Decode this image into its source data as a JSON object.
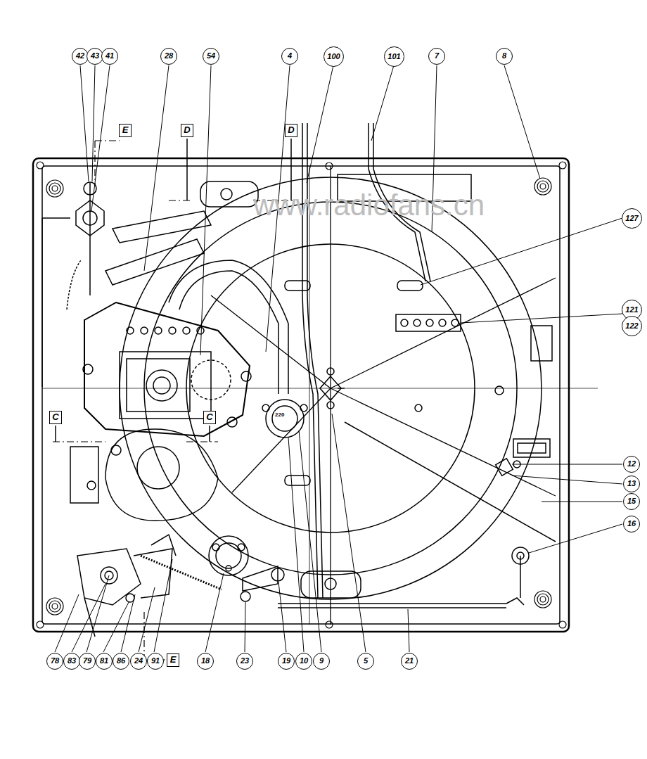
{
  "diagram": {
    "labels": [
      "42",
      "43",
      "41",
      "28",
      "54",
      "4",
      "100",
      "101",
      "7",
      "8",
      "E",
      "D",
      "D",
      "www.radiofans.cn",
      "127",
      "121",
      "122",
      "C",
      "C",
      "220",
      "12",
      "13",
      "15",
      "16",
      "E",
      "78",
      "83",
      "79",
      "81",
      "86",
      "24",
      "91",
      "18",
      "23",
      "19",
      "10",
      "9",
      "5",
      "21"
    ]
  }
}
